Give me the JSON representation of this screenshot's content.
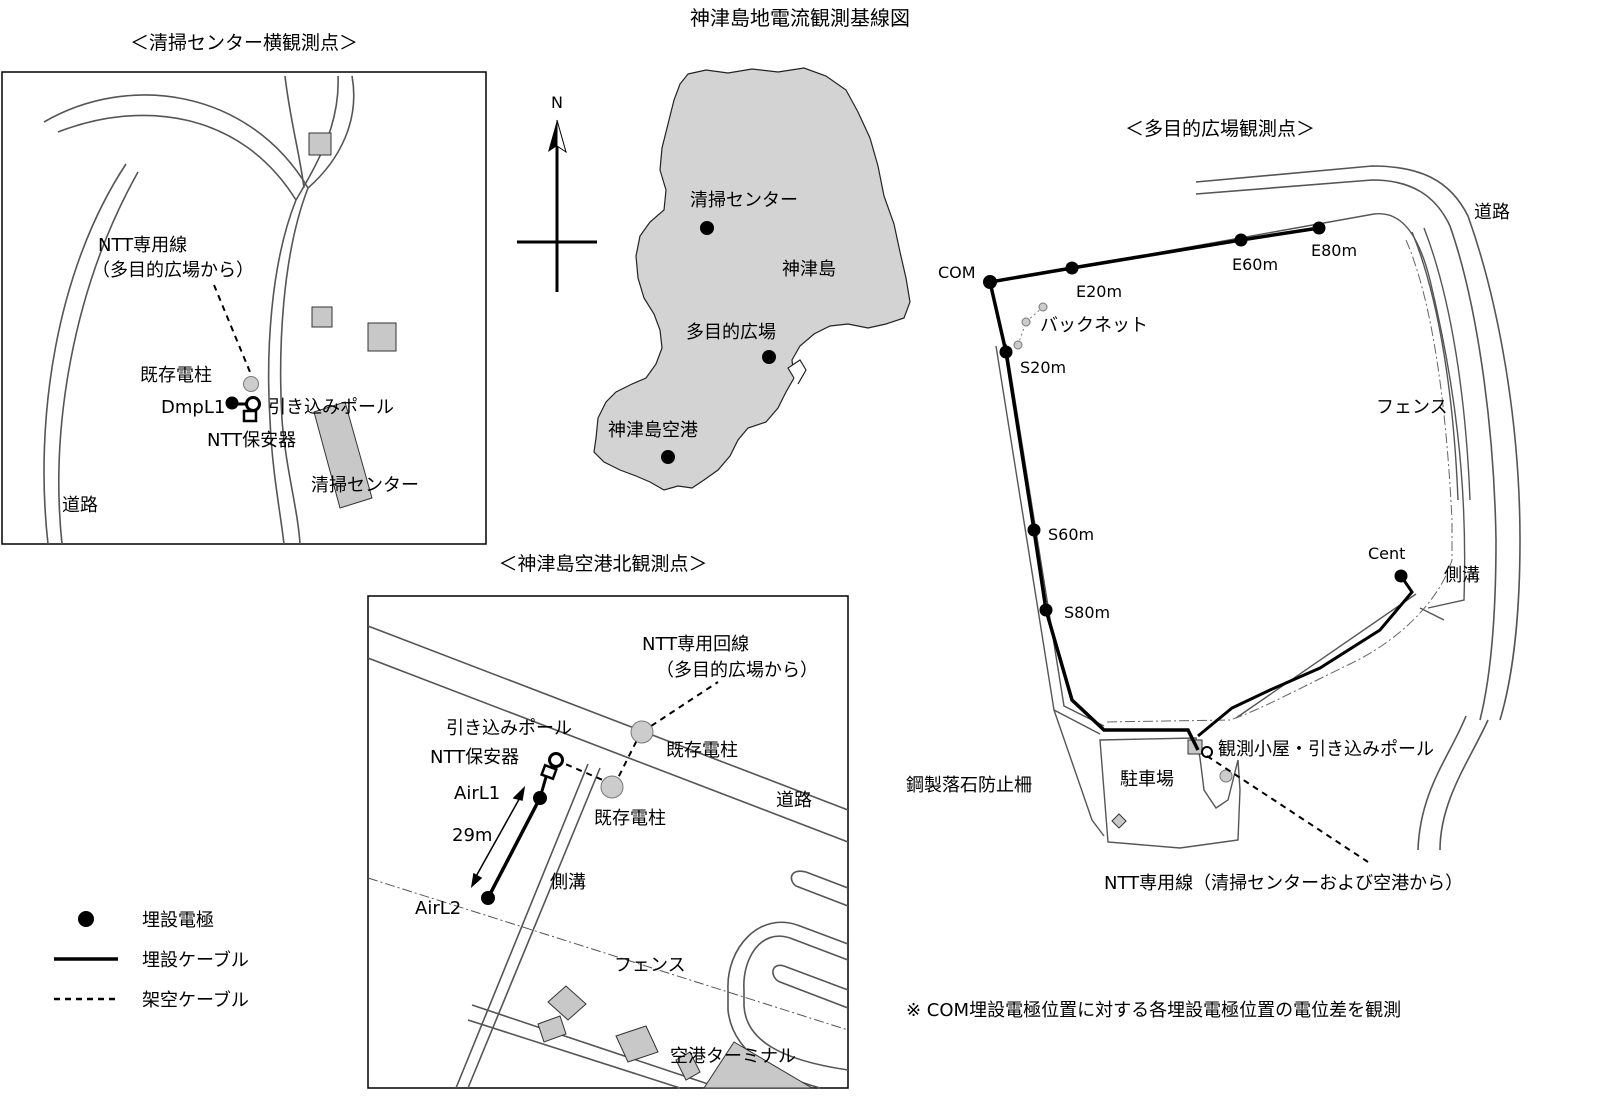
{
  "title": "神津島地電流観測基線図",
  "north_label": "N",
  "island": {
    "name": "神津島",
    "sites": [
      {
        "id": "cleaning",
        "label": "清掃センター"
      },
      {
        "id": "plaza",
        "label": "多目的広場"
      },
      {
        "id": "airport",
        "label": "神津島空港"
      }
    ]
  },
  "inset_cleaning": {
    "heading": "＜清掃センター横観測点＞",
    "ntt_line_1": "NTT専用線",
    "ntt_line_2": "（多目的広場から）",
    "existing_pole": "既存電柱",
    "electrode": "DmpL1",
    "lead_in_pole": "引き込みポール",
    "ntt_protector": "NTT保安器",
    "facility": "清掃センター",
    "road": "道路"
  },
  "inset_airport": {
    "heading": "＜神津島空港北観測点＞",
    "ntt_line_1": "NTT専用回線",
    "ntt_line_2": "（多目的広場から）",
    "lead_in_pole": "引き込みポール",
    "ntt_protector": "NTT保安器",
    "existing_pole_1": "既存電柱",
    "existing_pole_2": "既存電柱",
    "electrode_1": "AirL1",
    "electrode_2": "AirL2",
    "distance": "29m",
    "road": "道路",
    "ditch": "側溝",
    "fence": "フェンス",
    "terminal": "空港ターミナル"
  },
  "inset_plaza": {
    "heading": "＜多目的広場観測点＞",
    "road": "道路",
    "electrodes": {
      "com": "COM",
      "e20": "E20m",
      "e60": "E60m",
      "e80": "E80m",
      "s20": "S20m",
      "s60": "S60m",
      "s80": "S80m",
      "cent": "Cent"
    },
    "backnet": "バックネット",
    "fence": "フェンス",
    "ditch": "側溝",
    "hut": "観測小屋・引き込みポール",
    "parking": "駐車場",
    "rockfall_fence": "鋼製落石防止柵",
    "ntt_line": "NTT専用線（清掃センターおよび空港から）"
  },
  "legend": {
    "items": [
      {
        "symbol": "dot",
        "label": "埋設電極"
      },
      {
        "symbol": "solid",
        "label": "埋設ケーブル"
      },
      {
        "symbol": "dashed",
        "label": "架空ケーブル"
      }
    ]
  },
  "note": "※ COM埋設電極位置に対する各埋設電極位置の電位差を観測",
  "colors": {
    "land": "#d3d3d3",
    "building": "#c8c8c8",
    "pole": "#cccccc",
    "line": "#000000",
    "road": "#555555"
  }
}
